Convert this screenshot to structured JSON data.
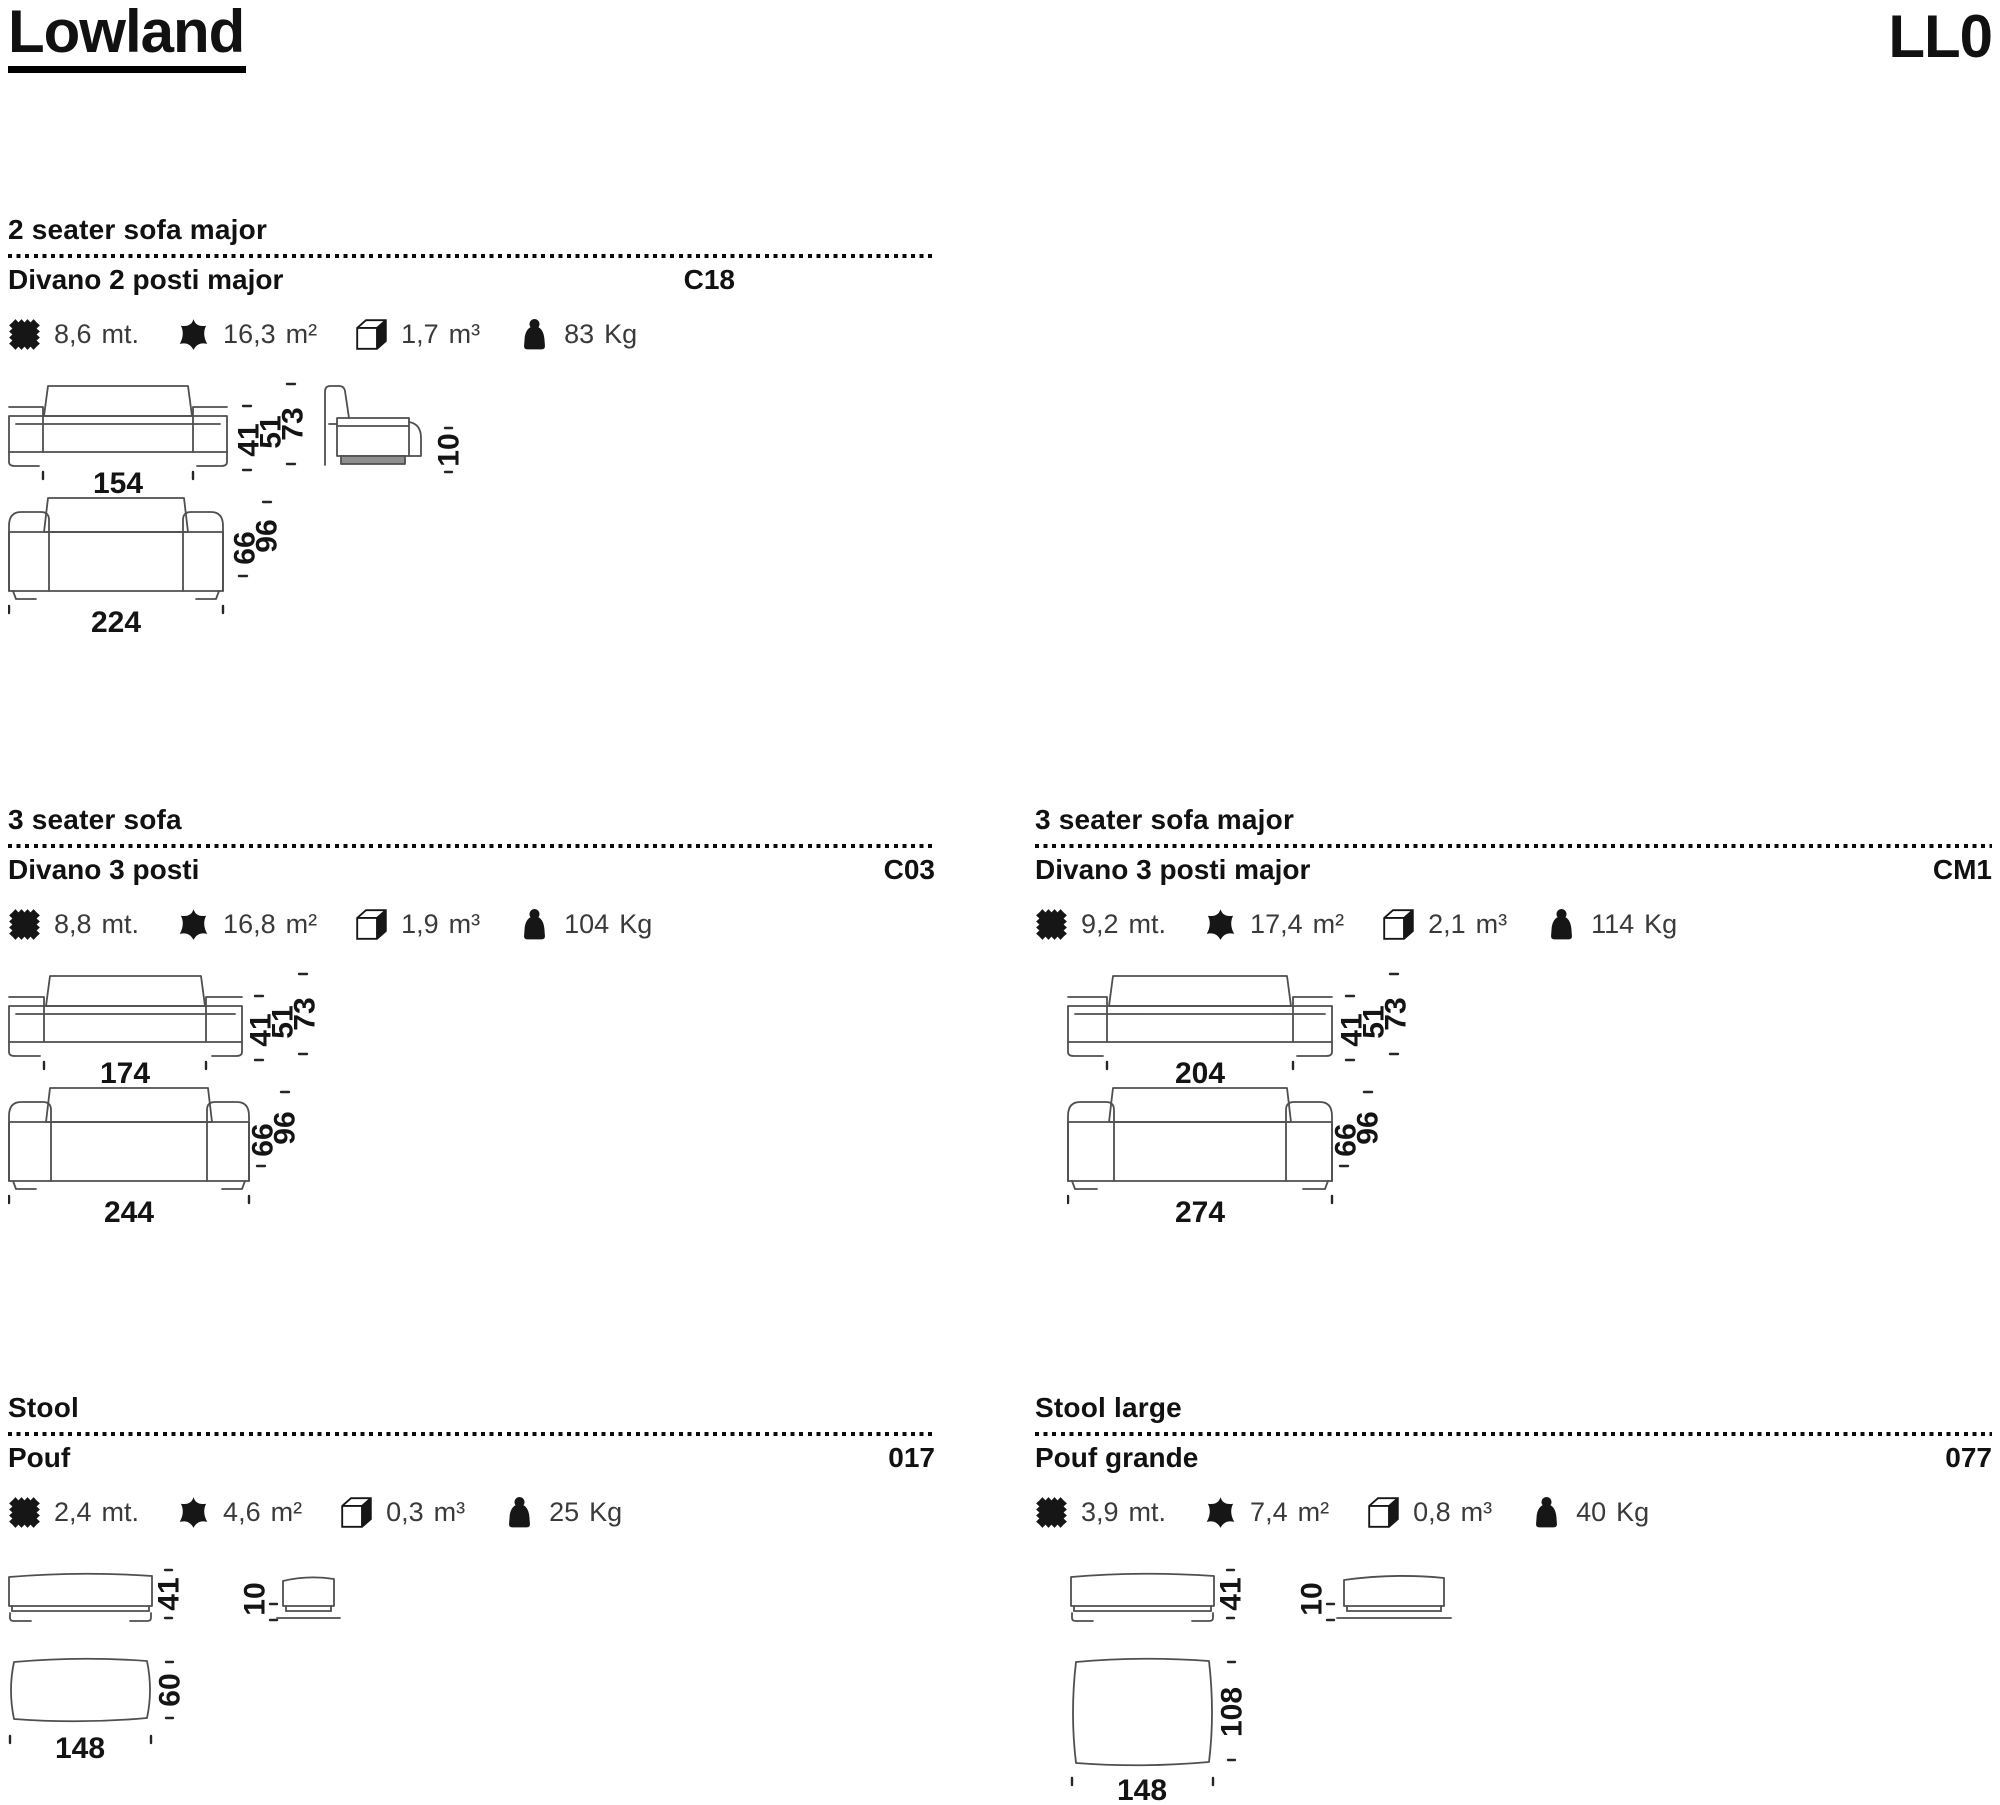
{
  "header": {
    "title": "Lowland",
    "code": "LL0"
  },
  "spec_icon_names": {
    "fabric": "fabric-swatch-icon",
    "leather": "leather-hide-icon",
    "volume": "volume-cube-icon",
    "weight": "weight-icon"
  },
  "products": [
    {
      "title_en": "2 seater sofa major",
      "title_it": "Divano 2 posti major",
      "code": "C18",
      "specs": {
        "fabric": "8,6",
        "fabric_unit": "mt.",
        "leather": "16,3",
        "leather_unit": "m²",
        "volume": "1,7",
        "volume_unit": "m³",
        "weight": "83",
        "weight_unit": "Kg"
      },
      "dims": {
        "plan_seat_width": "154",
        "side_heights": [
          "41",
          "51",
          "73"
        ],
        "plinth_height": "10",
        "front_width": "224",
        "front_heights": [
          "66",
          "96"
        ]
      }
    },
    {
      "title_en": "3 seater sofa",
      "title_it": "Divano 3 posti",
      "code": "C03",
      "specs": {
        "fabric": "8,8",
        "fabric_unit": "mt.",
        "leather": "16,8",
        "leather_unit": "m²",
        "volume": "1,9",
        "volume_unit": "m³",
        "weight": "104",
        "weight_unit": "Kg"
      },
      "dims": {
        "plan_seat_width": "174",
        "side_heights": [
          "41",
          "51",
          "73"
        ],
        "front_width": "244",
        "front_heights": [
          "66",
          "96"
        ]
      }
    },
    {
      "title_en": "3 seater sofa major",
      "title_it": "Divano 3 posti major",
      "code": "CM1",
      "specs": {
        "fabric": "9,2",
        "fabric_unit": "mt.",
        "leather": "17,4",
        "leather_unit": "m²",
        "volume": "2,1",
        "volume_unit": "m³",
        "weight": "114",
        "weight_unit": "Kg"
      },
      "dims": {
        "plan_seat_width": "204",
        "side_heights": [
          "41",
          "51",
          "73"
        ],
        "front_width": "274",
        "front_heights": [
          "66",
          "96"
        ]
      }
    },
    {
      "title_en": "Stool",
      "title_it": "Pouf",
      "code": "017",
      "specs": {
        "fabric": "2,4",
        "fabric_unit": "mt.",
        "leather": "4,6",
        "leather_unit": "m²",
        "volume": "0,3",
        "volume_unit": "m³",
        "weight": "25",
        "weight_unit": "Kg"
      },
      "dims": {
        "height": "41",
        "plinth_height": "10",
        "plan_width": "148",
        "plan_depth": "60"
      }
    },
    {
      "title_en": "Stool large",
      "title_it": "Pouf grande",
      "code": "077",
      "specs": {
        "fabric": "3,9",
        "fabric_unit": "mt.",
        "leather": "7,4",
        "leather_unit": "m²",
        "volume": "0,8",
        "volume_unit": "m³",
        "weight": "40",
        "weight_unit": "Kg"
      },
      "dims": {
        "height": "41",
        "plinth_height": "10",
        "plan_width": "148",
        "plan_depth": "108"
      }
    }
  ]
}
